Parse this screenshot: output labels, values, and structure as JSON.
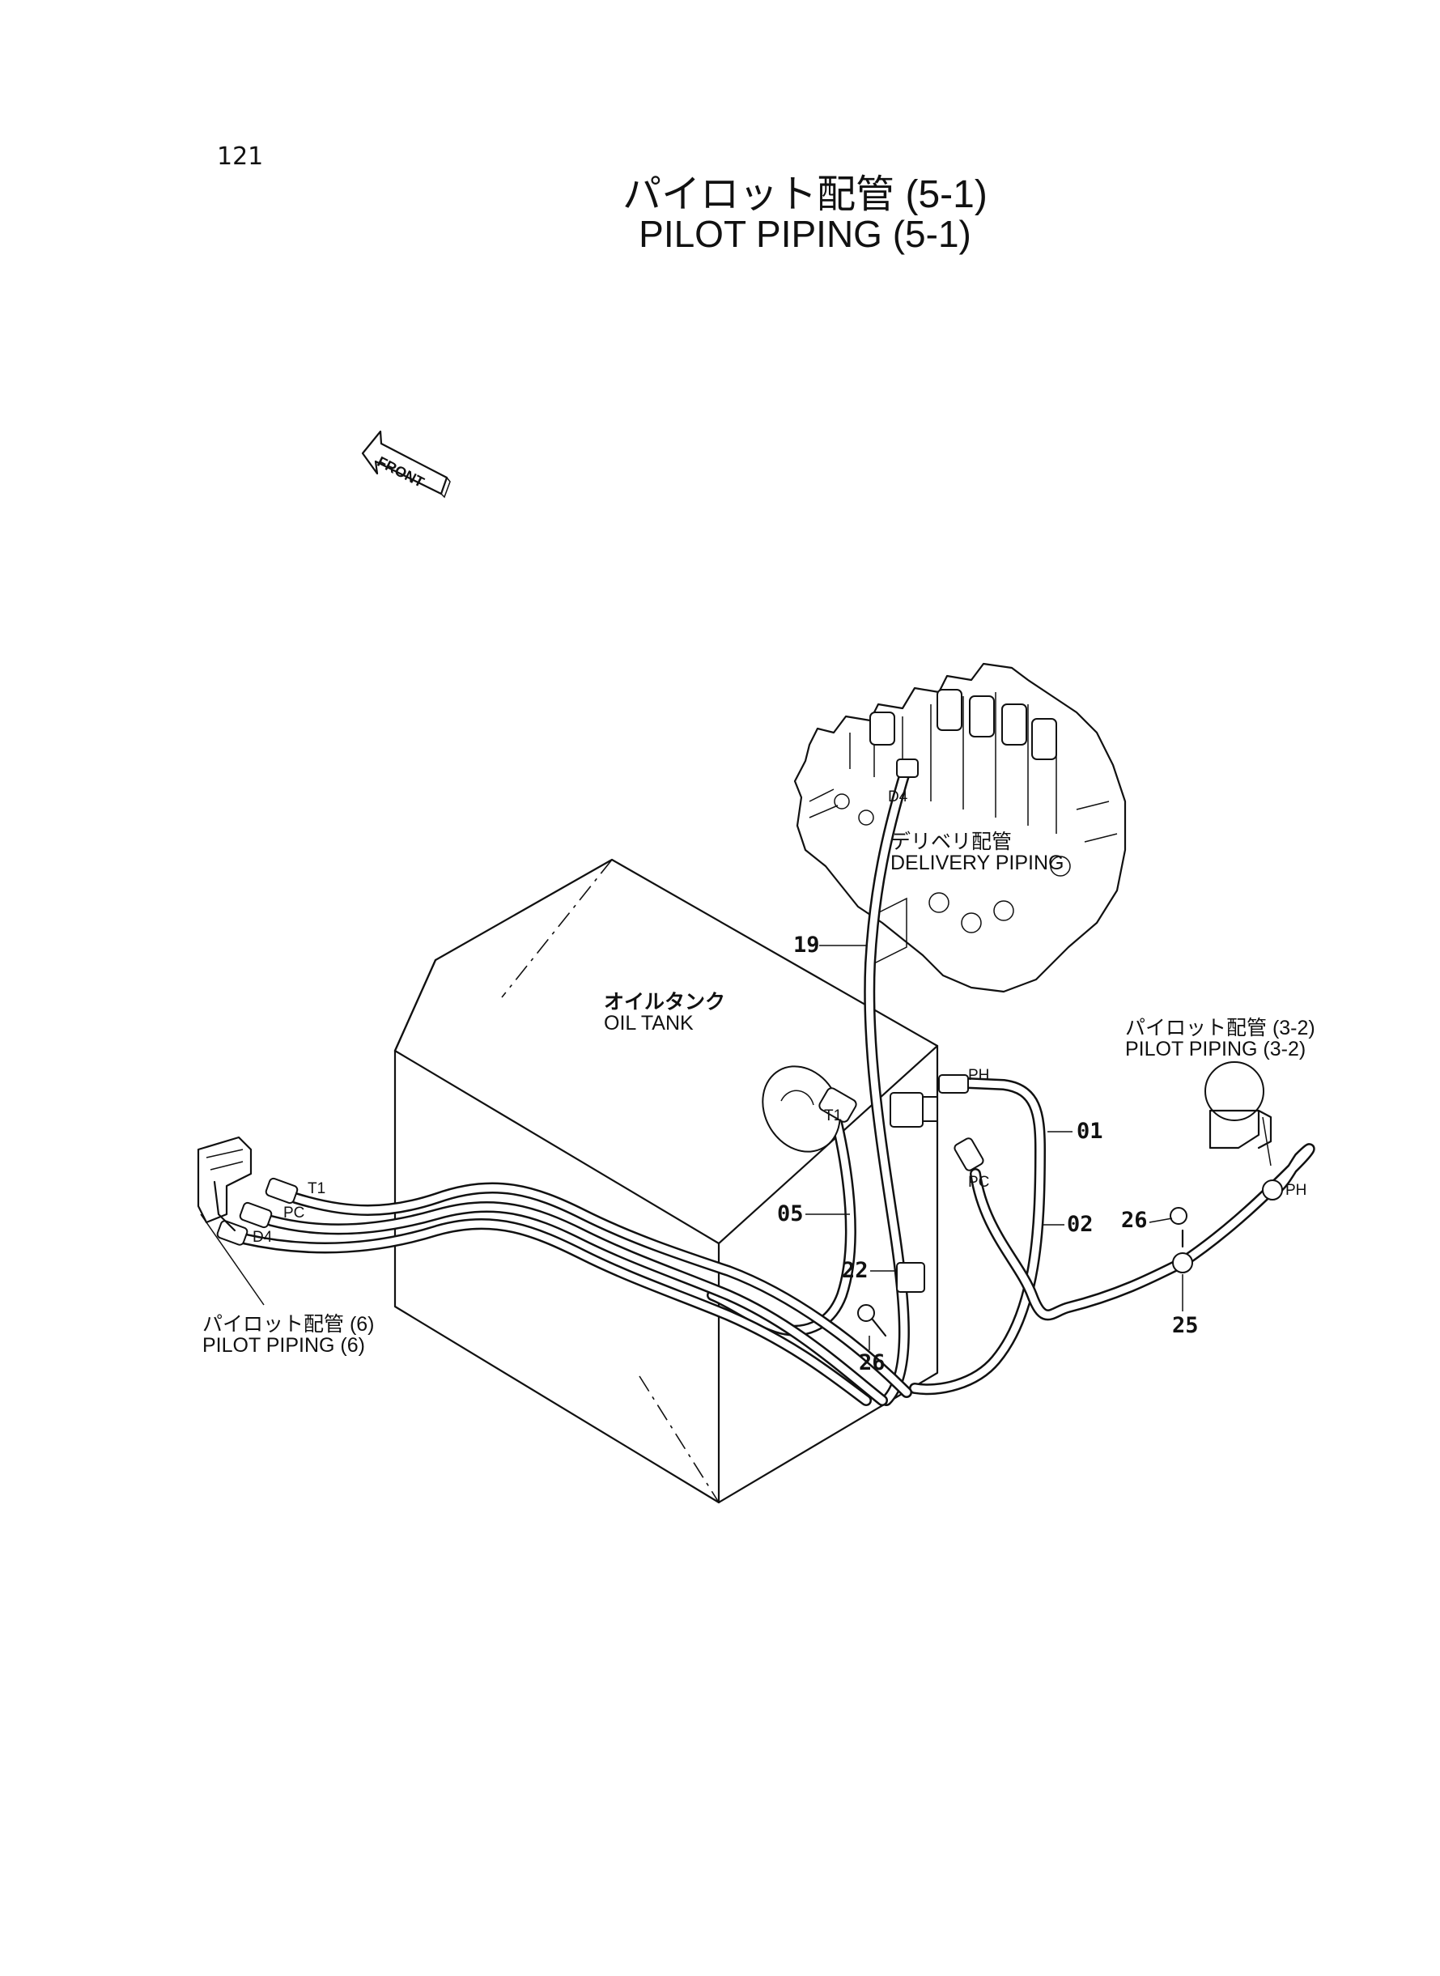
{
  "page_number": "121",
  "title_jp": "パイロット配管 (5-1)",
  "title_en": "PILOT PIPING (5-1)",
  "front_arrow": "FRONT",
  "components": {
    "oil_tank_jp": "オイルタンク",
    "oil_tank_en": "OIL TANK",
    "delivery_jp": "デリベリ配管",
    "delivery_en": "DELIVERY PIPING",
    "pilot_32_jp": "パイロット配管 (3-2)",
    "pilot_32_en": "PILOT PIPING (3-2)",
    "pilot_6_jp": "パイロット配管 (6)",
    "pilot_6_en": "PILOT PIPING (6)"
  },
  "ports": {
    "d4_top": "D4",
    "ph_mid": "PH",
    "pc_mid": "PC",
    "t1_left": "T1",
    "pc_left": "PC",
    "d4_left": "D4",
    "ph_right": "PH",
    "t1_tank": "T1"
  },
  "callouts": {
    "c19": "19",
    "c01": "01",
    "c05": "05",
    "c02": "02",
    "c22": "22",
    "c26a": "26",
    "c26b": "26",
    "c25": "25"
  }
}
